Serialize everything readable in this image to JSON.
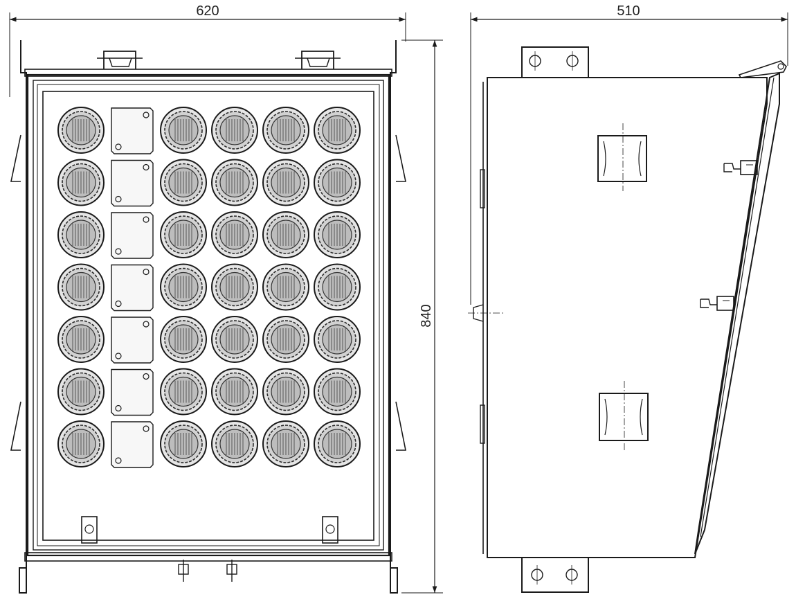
{
  "dimensions": {
    "front_width": "620",
    "height": "840",
    "side_depth": "510"
  },
  "front_view": {
    "connector_grid": {
      "rows": 7,
      "columns": 6,
      "blank_column": 2
    }
  }
}
